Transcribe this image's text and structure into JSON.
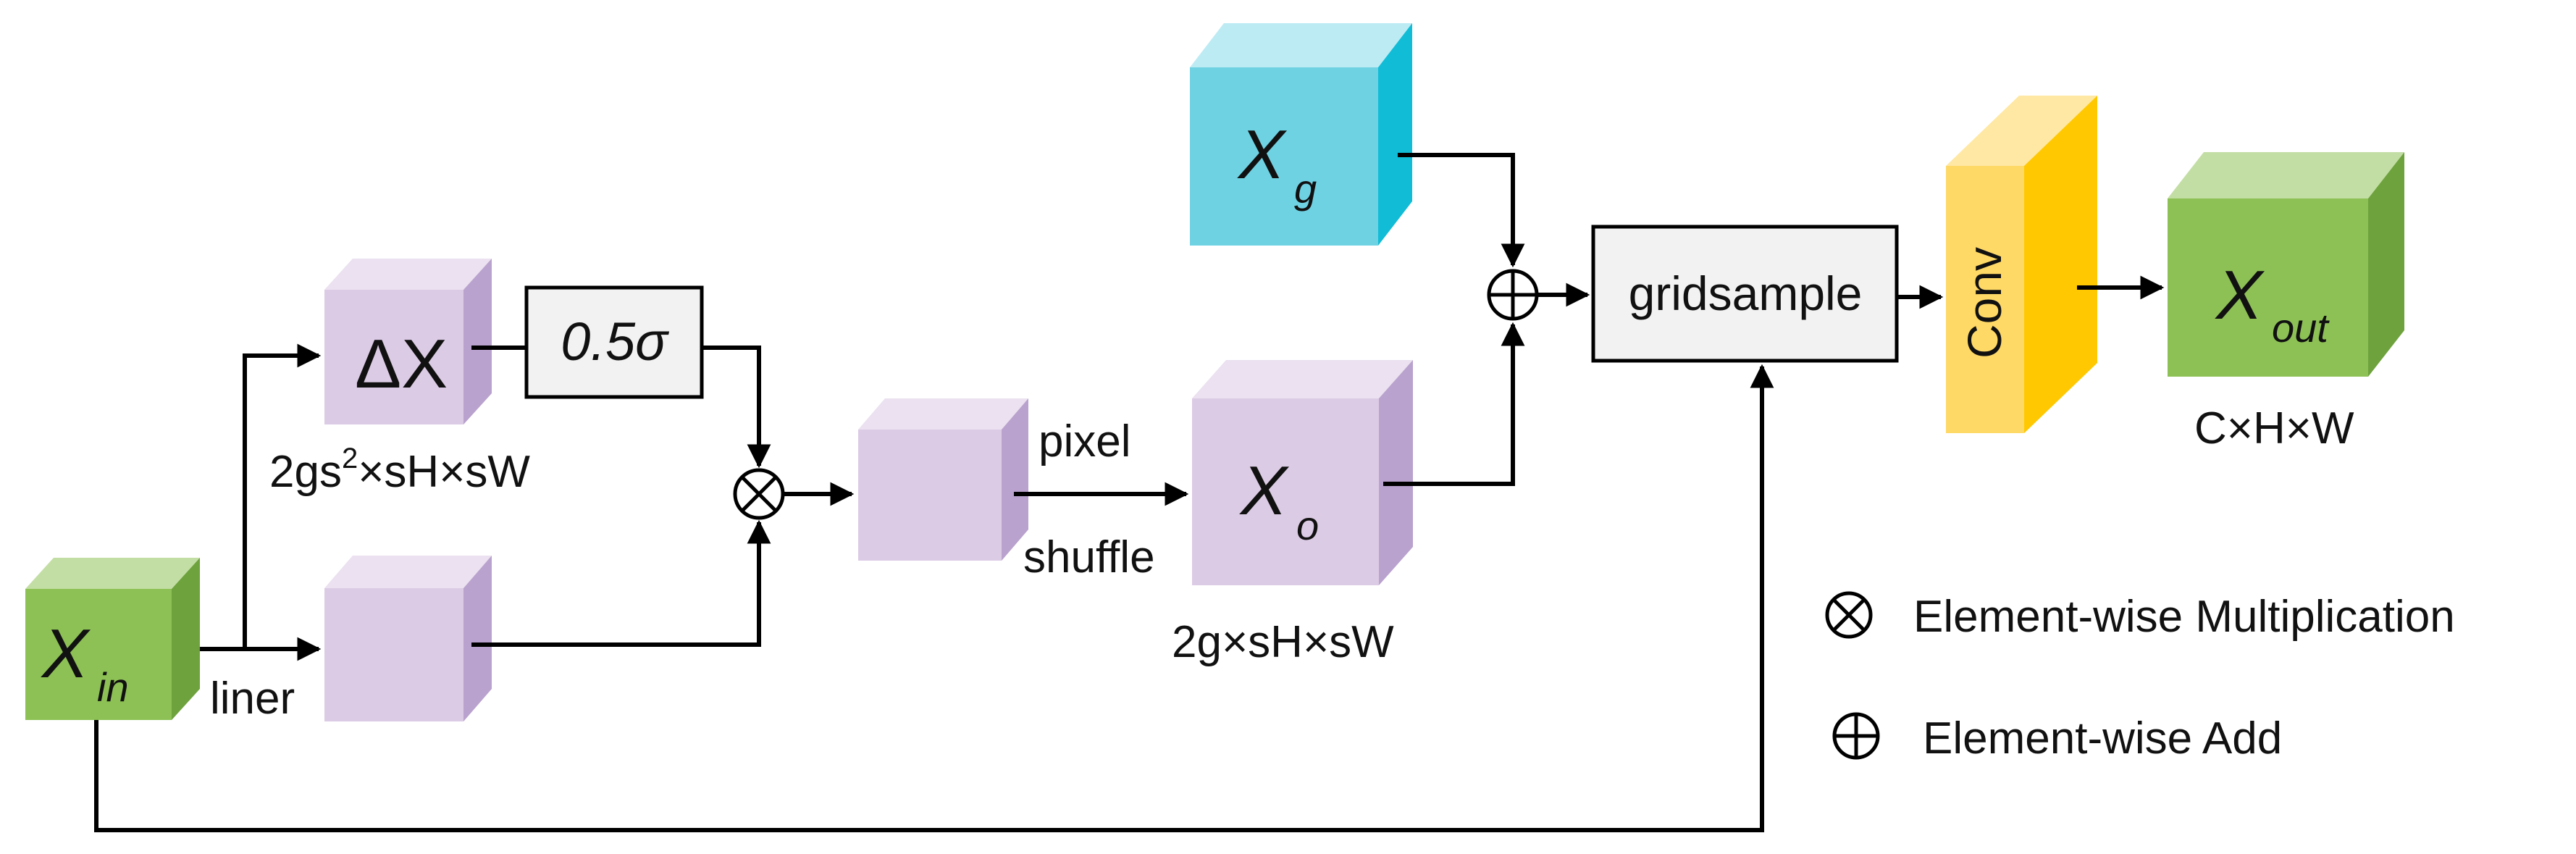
{
  "nodes": {
    "x_in": {
      "symbol": "X",
      "subscript": "in"
    },
    "x_g": {
      "symbol": "X",
      "subscript": "g"
    },
    "x_o": {
      "symbol": "X",
      "subscript": "o"
    },
    "x_out": {
      "symbol": "X",
      "subscript": "out"
    },
    "delta_x": {
      "symbol": "ΔX"
    },
    "sigma_box": {
      "label": "0.5σ"
    },
    "gridsample": {
      "label": "gridsample"
    },
    "conv": {
      "label": "Conv"
    }
  },
  "labels": {
    "liner": "liner",
    "pixel": "pixel",
    "shuffle": "shuffle",
    "delta_dims_a": "2gs",
    "delta_dims_sup": "2",
    "delta_dims_b": "×sH×sW",
    "xo_dims": "2g×sH×sW",
    "out_dims": "C×H×W"
  },
  "legend": {
    "multiply": "Element-wise Multiplication",
    "add": "Element-wise Add"
  },
  "colors": {
    "green_front": "#8dc155",
    "green_top": "#c3dea4",
    "green_side": "#6ea23d",
    "purple_front": "#dccbe5",
    "purple_top": "#ebe1f0",
    "purple_side": "#b9a2cd",
    "cyan_front": "#6fd2e3",
    "cyan_top": "#bdebf4",
    "cyan_side": "#10bcd6",
    "yellow_front": "#ffd966",
    "yellow_top": "#ffe8a3",
    "yellow_side": "#ffc800",
    "box_fill": "#f2f2f2"
  }
}
